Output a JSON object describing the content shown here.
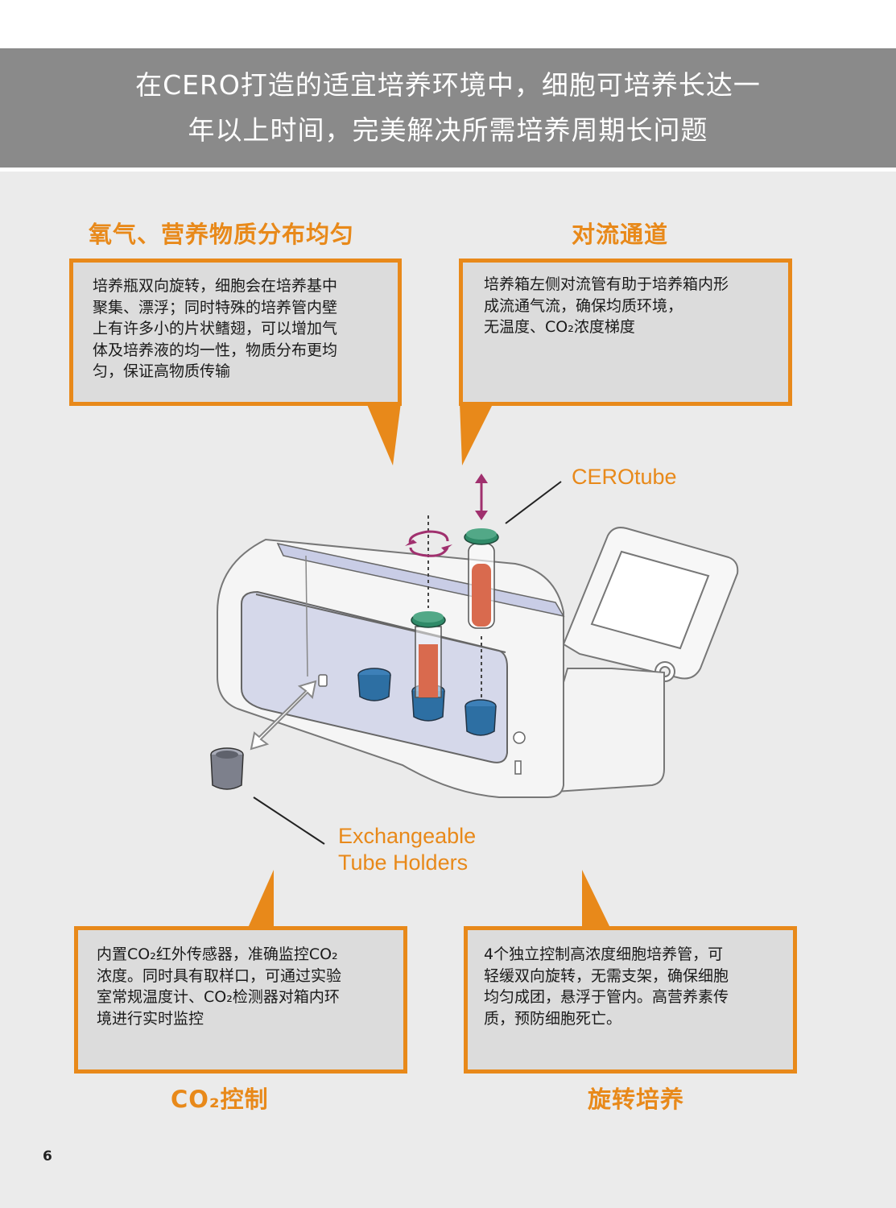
{
  "banner": {
    "line1": "在CERO打造的适宜培养环境中，细胞可培养长达一",
    "line2": "年以上时间，完美解决所需培养周期长问题"
  },
  "features": {
    "top_left": {
      "title": "氧气、营养物质分布均匀",
      "text": "培养瓶双向旋转，细胞会在培养基中\n聚集、漂浮；同时特殊的培养管内壁\n上有许多小的片状鳍翅，可以增加气\n体及培养液的均一性，物质分布更均\n匀，保证高物质传输"
    },
    "top_right": {
      "title": "对流通道",
      "text": "培养箱左侧对流管有助于培养箱内形\n成流通气流，确保均质环境，\n无温度、CO₂浓度梯度"
    },
    "bottom_left": {
      "title": "CO₂控制",
      "text": "内置CO₂红外传感器，准确监控CO₂\n浓度。同时具有取样口，可通过实验\n室常规温度计、CO₂检测器对箱内环\n境进行实时监控"
    },
    "bottom_right": {
      "title": "旋转培养",
      "text": "4个独立控制高浓度细胞培养管，可\n轻缓双向旋转，无需支架，确保细胞\n均匀成团，悬浮于管内。高营养素传\n质，预防细胞死亡。"
    }
  },
  "diagram_labels": {
    "tube": "CEROtube",
    "holders": "Exchangeable\nTube Holders"
  },
  "page_number": "6",
  "colors": {
    "accent": "#e8891a",
    "banner": "#8a8a8a",
    "box_fill": "#dcdcdc",
    "holder_blue": "#2d6fa3",
    "cap_green": "#2f8a68",
    "arrow_magenta": "#a0306e"
  }
}
